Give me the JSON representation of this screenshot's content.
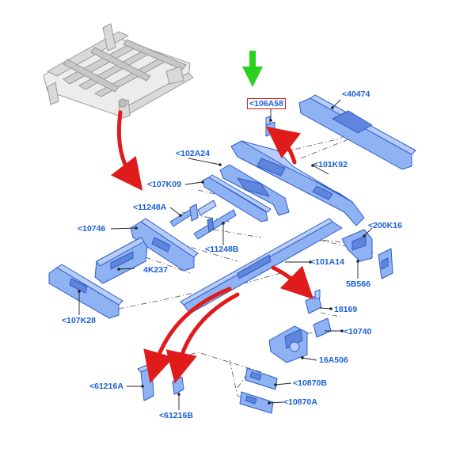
{
  "colors": {
    "part_fill": "#8fb2f2",
    "part_stroke": "#2f5cc9",
    "part_shade": "#5f86dd",
    "label": "#1a5fd8",
    "red_arrow": "#e01b1b",
    "green_arrow": "#2ad11f",
    "highlight_box": "#e21a1a",
    "frame_gray": "#bdbdbd"
  },
  "labels": {
    "p106A58": "<106A58",
    "p40474": "<40474",
    "p102A24": "<102A24",
    "p101K92": "<101K92",
    "p107K09": "<107K09",
    "p11248A": "<11248A",
    "p10746": "<10746",
    "p200K16": "<200K16",
    "p11248B": "<11248B",
    "p101A14": "<101A14",
    "p4K237": "4K237",
    "p5B566": "5B566",
    "p18169": "18169",
    "p107K28": "<107K28",
    "p10740": "<10740",
    "p16A506": "16A506",
    "p10870B": "<10870B",
    "p61216A": "<61216A",
    "p10870A": "<10870A",
    "p61216B": "<61216B"
  },
  "icons": {
    "green_arrow": "down-arrow-icon",
    "red_arrows": "curved-arrow-icon"
  }
}
